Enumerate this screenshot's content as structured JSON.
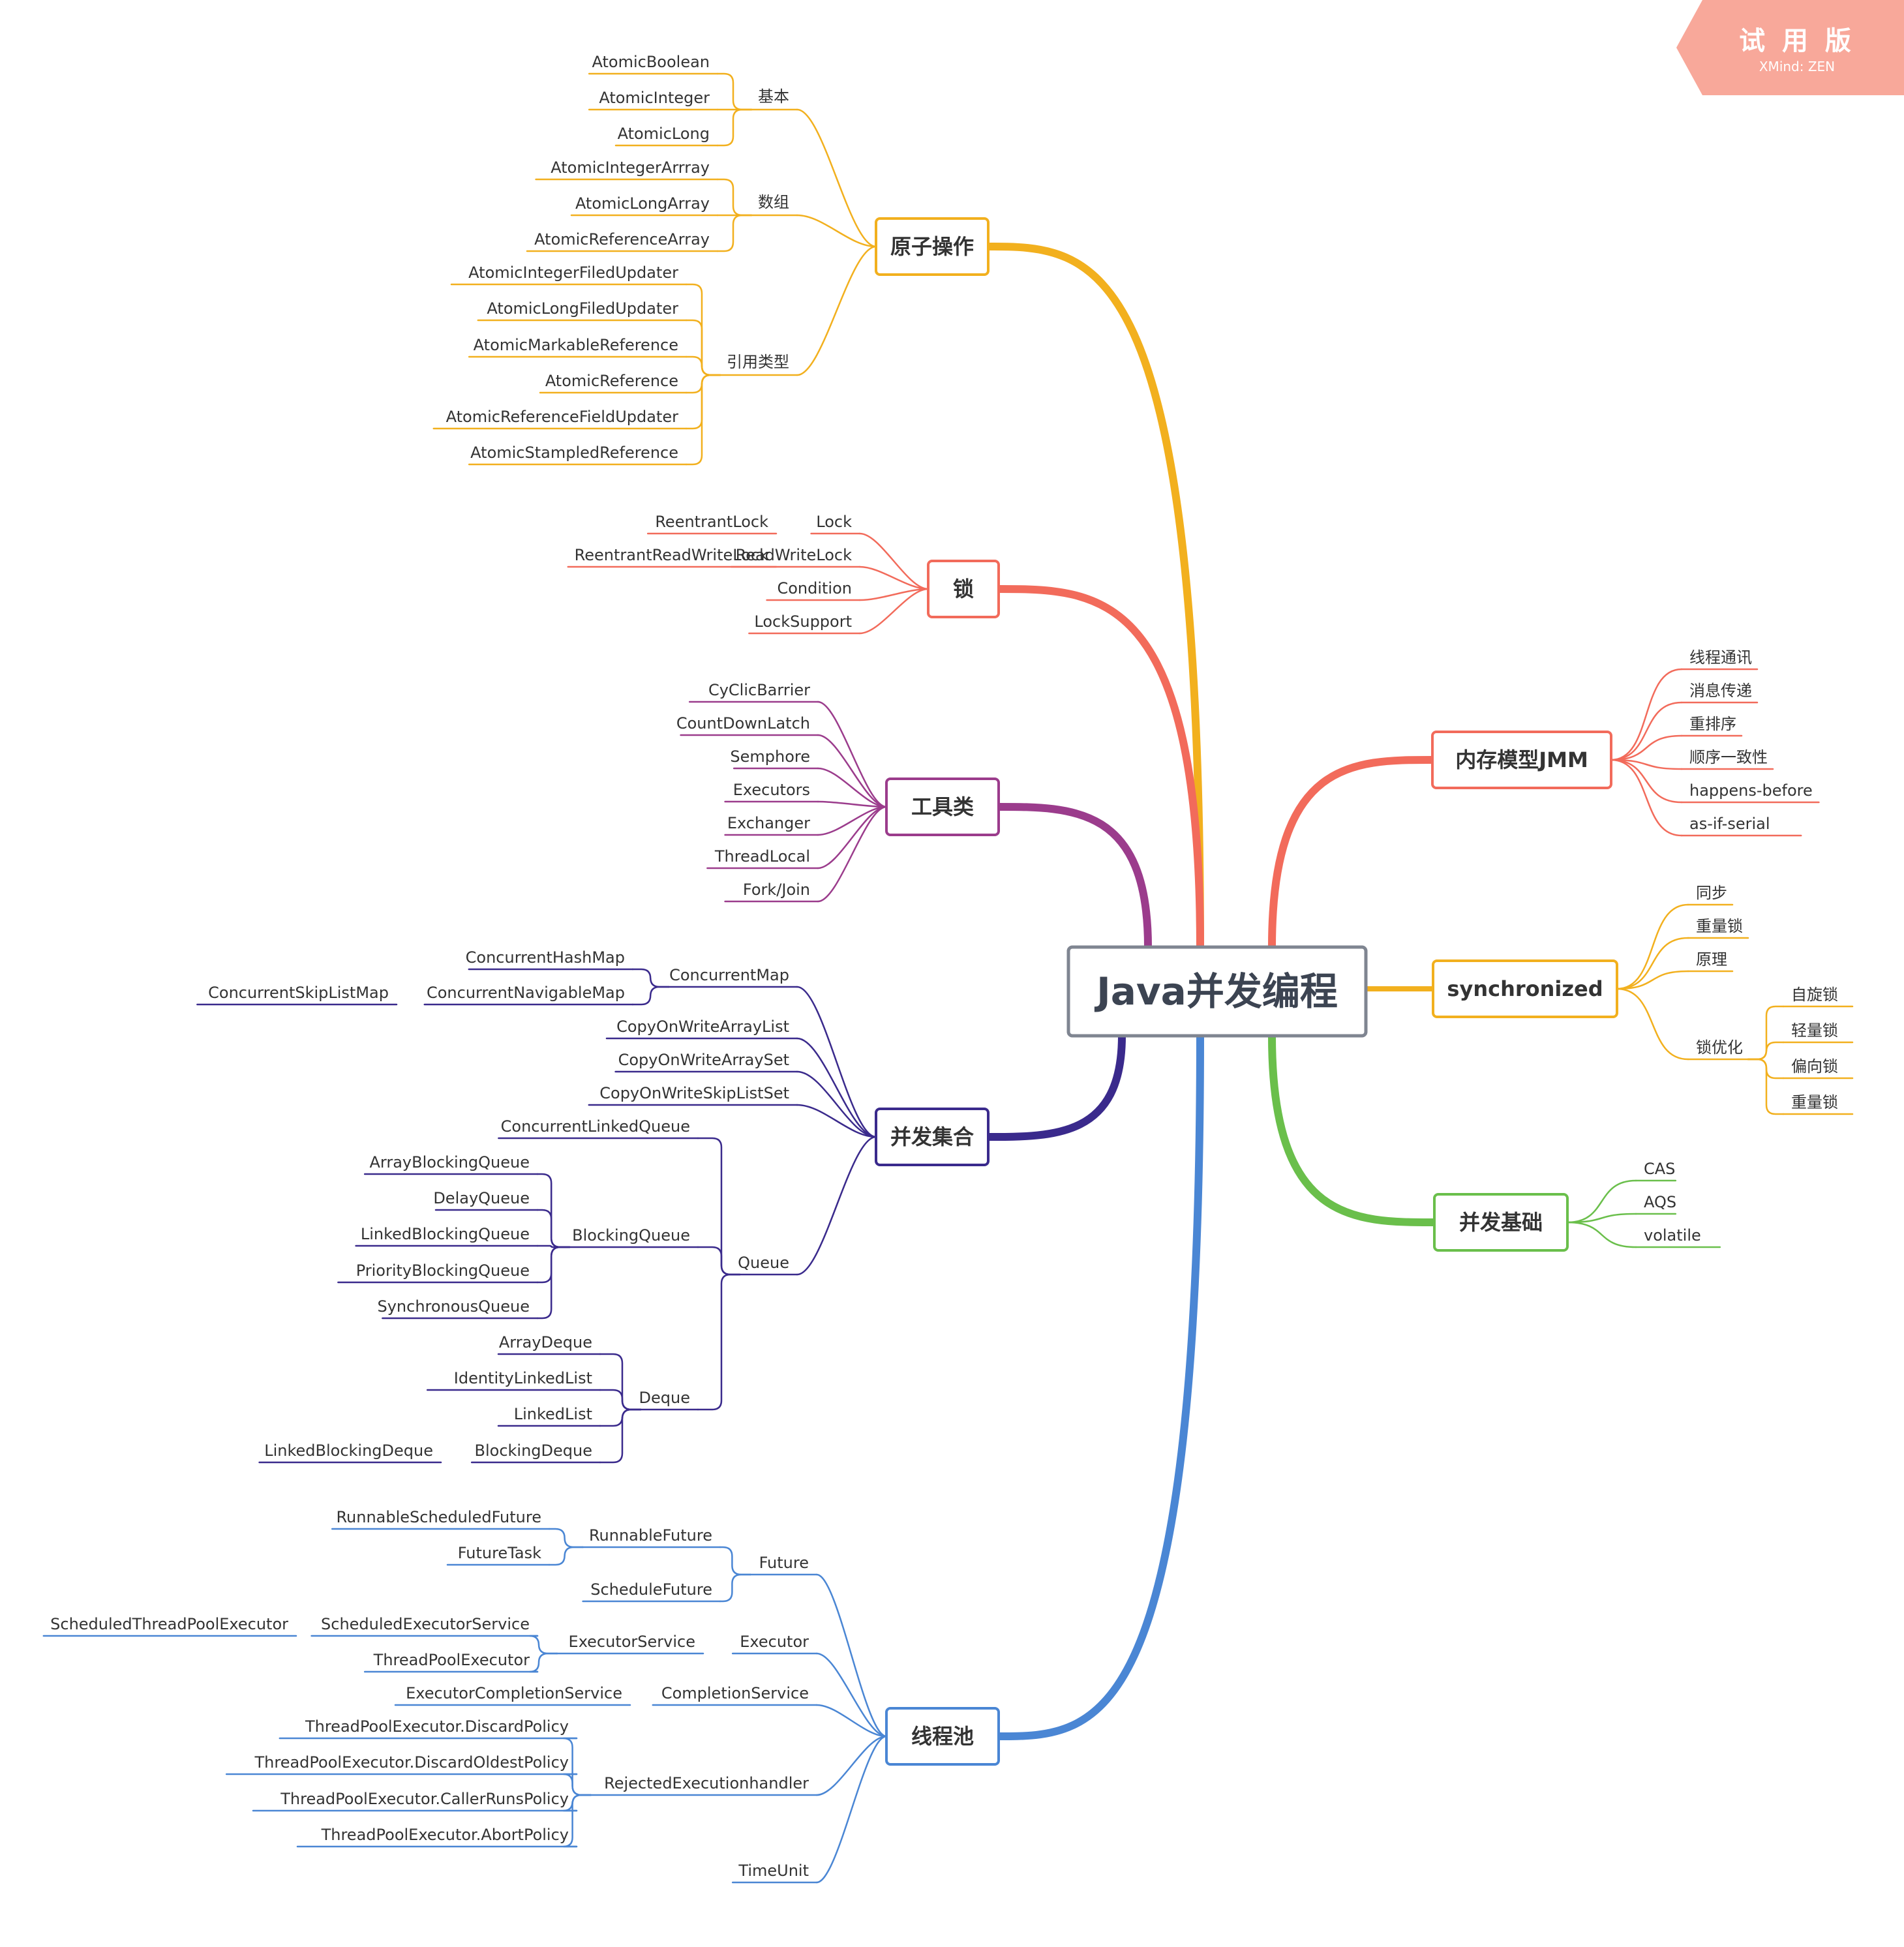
{
  "watermark": {
    "title": "试 用 版",
    "subtitle": "XMind: ZEN"
  },
  "root": "Java并发编程",
  "branches": [
    {
      "title": "原子操作",
      "color": "#f2b01e",
      "children": [
        {
          "label": "基本",
          "children": [
            "AtomicBoolean",
            "AtomicInteger",
            "AtomicLong"
          ]
        },
        {
          "label": "数组",
          "children": [
            "AtomicIntegerArrray",
            "AtomicLongArray",
            "AtomicReferenceArray"
          ]
        },
        {
          "label": "引用类型",
          "children": [
            "AtomicIntegerFiledUpdater",
            "AtomicLongFiledUpdater",
            "AtomicMarkableReference",
            "AtomicReference",
            "AtomicReferenceFieldUpdater",
            "AtomicStampledReference"
          ]
        }
      ]
    },
    {
      "title": "锁",
      "color": "#f26b5b",
      "children": [
        {
          "label": "Lock",
          "children": [
            "ReentrantLock"
          ]
        },
        {
          "label": "ReadWriteLock",
          "children": [
            "ReentrantReadWriteLock"
          ]
        },
        {
          "label": "Condition"
        },
        {
          "label": "LockSupport"
        }
      ]
    },
    {
      "title": "工具类",
      "color": "#9b3c8c",
      "children": [
        {
          "label": "CyClicBarrier"
        },
        {
          "label": "CountDownLatch"
        },
        {
          "label": "Semphore"
        },
        {
          "label": "Executors"
        },
        {
          "label": "Exchanger"
        },
        {
          "label": "ThreadLocal"
        },
        {
          "label": "Fork/Join"
        }
      ]
    },
    {
      "title": "并发集合",
      "color": "#3a2a8c",
      "children": [
        {
          "label": "ConcurrentMap",
          "children": [
            "ConcurrentHashMap",
            {
              "label": "ConcurrentNavigableMap",
              "children": [
                "ConcurrentSkipListMap"
              ]
            }
          ]
        },
        {
          "label": "CopyOnWriteArrayList"
        },
        {
          "label": "CopyOnWriteArraySet"
        },
        {
          "label": "CopyOnWriteSkipListSet"
        },
        {
          "label": "Queue",
          "children": [
            "ConcurrentLinkedQueue",
            {
              "label": "BlockingQueue",
              "children": [
                "ArrayBlockingQueue",
                "DelayQueue",
                "LinkedBlockingQueue",
                "PriorityBlockingQueue",
                "SynchronousQueue"
              ]
            },
            {
              "label": "Deque",
              "children": [
                "ArrayDeque",
                "IdentityLinkedList",
                "LinkedList",
                {
                  "label": "BlockingDeque",
                  "children": [
                    "LinkedBlockingDeque"
                  ]
                }
              ]
            }
          ]
        }
      ]
    },
    {
      "title": "线程池",
      "color": "#4a86d4",
      "children": [
        {
          "label": "Future",
          "children": [
            {
              "label": "RunnableFuture",
              "children": [
                "RunnableScheduledFuture",
                "FutureTask"
              ]
            },
            "ScheduleFuture"
          ]
        },
        {
          "label": "Executor",
          "children": [
            {
              "label": "ExecutorService",
              "children": [
                {
                  "label": "ScheduledExecutorService",
                  "children": [
                    "ScheduledThreadPoolExecutor"
                  ]
                },
                "ThreadPoolExecutor"
              ]
            }
          ]
        },
        {
          "label": "CompletionService",
          "children": [
            "ExecutorCompletionService"
          ]
        },
        {
          "label": "RejectedExecutionhandler",
          "children": [
            "ThreadPoolExecutor.DiscardPolicy",
            "ThreadPoolExecutor.DiscardOldestPolicy",
            "ThreadPoolExecutor.CallerRunsPolicy",
            "ThreadPoolExecutor.AbortPolicy"
          ]
        },
        {
          "label": "TimeUnit"
        }
      ]
    },
    {
      "title": "内存模型JMM",
      "color": "#f26b5b",
      "children": [
        {
          "label": "线程通讯"
        },
        {
          "label": "消息传递"
        },
        {
          "label": "重排序"
        },
        {
          "label": "顺序一致性"
        },
        {
          "label": "happens-before"
        },
        {
          "label": "as-if-serial"
        }
      ]
    },
    {
      "title": "synchronized",
      "color": "#f2b01e",
      "children": [
        {
          "label": "同步"
        },
        {
          "label": "重量锁"
        },
        {
          "label": "原理"
        },
        {
          "label": "锁优化",
          "children": [
            "自旋锁",
            "轻量锁",
            "偏向锁",
            "重量锁"
          ]
        }
      ]
    },
    {
      "title": "并发基础",
      "color": "#6abf4b",
      "children": [
        {
          "label": "CAS"
        },
        {
          "label": "AQS"
        },
        {
          "label": "volatile"
        }
      ]
    }
  ]
}
